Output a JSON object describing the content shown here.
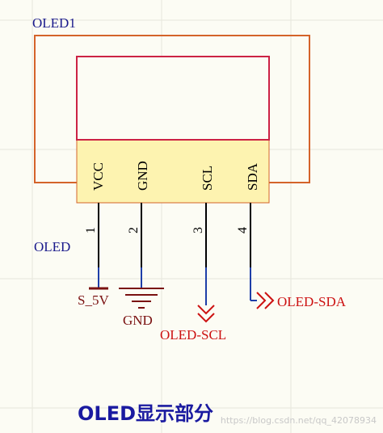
{
  "component": {
    "designator": "OLED1",
    "comment": "OLED",
    "pins": [
      {
        "number": "1",
        "name": "VCC"
      },
      {
        "number": "2",
        "name": "GND"
      },
      {
        "number": "3",
        "name": "SCL"
      },
      {
        "number": "4",
        "name": "SDA"
      }
    ]
  },
  "nets": {
    "power": "S_5V",
    "ground": "GND",
    "scl": "OLED-SCL",
    "sda": "OLED-SDA"
  },
  "caption": "OLED显示部分",
  "watermark": "https://blog.csdn.net/qq_42078934",
  "colors": {
    "background": "#fcfcf4",
    "grid": "#e6e6dc",
    "outline": "#d4632a",
    "display": "#cc2244",
    "body": "#fdf3b0",
    "pin_text": "#000000",
    "label_blue": "#1a1a8c",
    "net_red": "#cc1111",
    "power_dark": "#7a1111",
    "wire_blue": "#1e3ea8",
    "caption": "#1a1aa0"
  }
}
